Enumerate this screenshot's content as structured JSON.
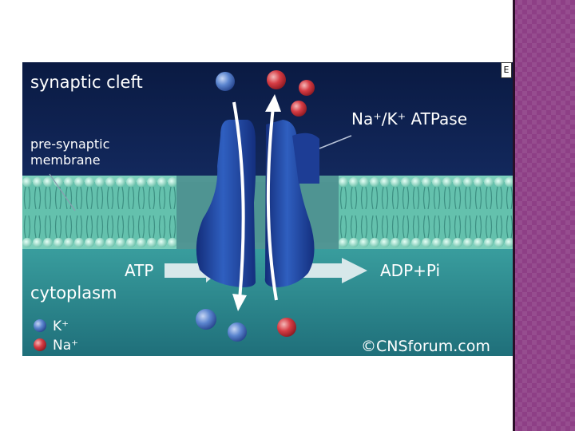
{
  "slide": {
    "background": "#ffffff",
    "side_panel_color": "#8e3f86"
  },
  "diagram": {
    "labels": {
      "synaptic_cleft": "synaptic cleft",
      "pre_synaptic_1": "pre-synaptic",
      "pre_synaptic_2": "membrane",
      "pump": "Na⁺/K⁺ ATPase",
      "atp": "ATP",
      "adp": "ADP+Pi",
      "cytoplasm": "cytoplasm",
      "legend_k": "K⁺",
      "legend_na": "Na⁺",
      "credit": "©CNSforum.com",
      "corner_tag": "E"
    },
    "colors": {
      "cleft": "#0d1f4a",
      "membrane": "#6cc9b3",
      "cytoplasm": "#2e8f94",
      "protein": "#1e3f9a",
      "k_ion": "#4a78c8",
      "na_ion": "#c8303a"
    },
    "legend": [
      {
        "ion": "K+",
        "color": "#4a78c8"
      },
      {
        "ion": "Na+",
        "color": "#c8303a"
      }
    ]
  }
}
